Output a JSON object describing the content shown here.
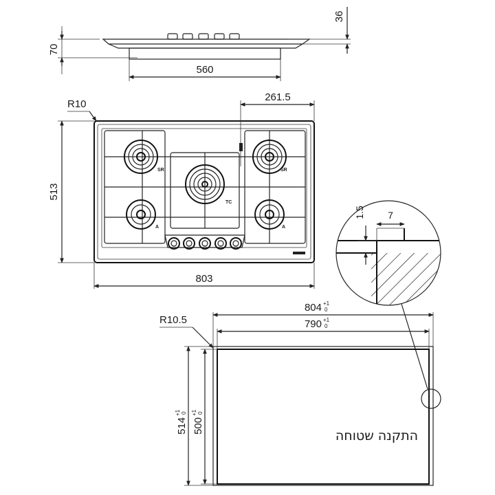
{
  "side_view": {
    "height_label": "70",
    "top_thickness_label": "36",
    "cutout_width_label": "560"
  },
  "top_view": {
    "corner_radius_label": "R10",
    "width_label": "803",
    "depth_label": "513",
    "offset_label": "261.5",
    "burners": [
      {
        "label": "SR"
      },
      {
        "label": "SR"
      },
      {
        "label": "TC"
      },
      {
        "label": "A"
      },
      {
        "label": "A"
      }
    ],
    "knob_count": 5
  },
  "detail": {
    "depth_label": "1.5",
    "width_label": "7"
  },
  "cutout": {
    "corner_radius_label": "R10.5",
    "outer_width": {
      "value": "804",
      "tol_plus": "+1",
      "tol_minus": "0"
    },
    "inner_width": {
      "value": "790",
      "tol_plus": "+1",
      "tol_minus": "0"
    },
    "outer_depth": {
      "value": "514",
      "tol_plus": "+1",
      "tol_minus": "0"
    },
    "inner_depth": {
      "value": "500",
      "tol_plus": "+1",
      "tol_minus": "0"
    },
    "installation_label": "התקנה שטוחה"
  }
}
